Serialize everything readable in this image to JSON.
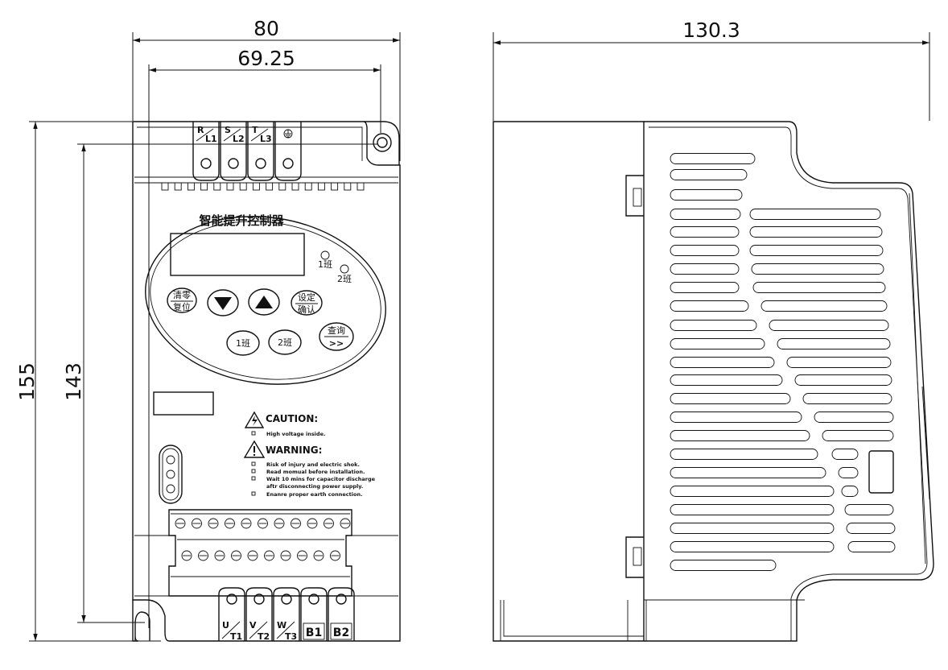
{
  "dimensions": {
    "front_width": "80",
    "front_hole_spacing": "69.25",
    "front_height": "155",
    "front_hole_height": "143",
    "side_depth": "130.3"
  },
  "panel": {
    "title": "智能提升控制器",
    "led1": "1班",
    "led2": "2班",
    "btn_clear_top": "清零",
    "btn_clear_bottom": "复位",
    "btn_set_top": "设定",
    "btn_set_bottom": "确认",
    "btn_shift1": "1班",
    "btn_shift2": "2班",
    "btn_query_top": "查询",
    "btn_query_bottom": ">>"
  },
  "terminals_top": {
    "r_top": "R",
    "r_bottom": "L1",
    "s_top": "S",
    "s_bottom": "L2",
    "t_top": "T",
    "t_bottom": "L3"
  },
  "terminals_bottom": {
    "u_top": "U",
    "u_bottom": "T1",
    "v_top": "V",
    "v_bottom": "T2",
    "w_top": "W",
    "w_bottom": "T3",
    "b1": "B1",
    "b2": "B2"
  },
  "warnings": {
    "caution_title": "CAUTION:",
    "caution_items": [
      "High voltage inside."
    ],
    "warning_title": "WARNING:",
    "warning_items": [
      "Risk of injury and electric shok.",
      "Read momual before installation.",
      "Wait 10 mins for capacitor discharge",
      "aftr disconnecting power supply.",
      "Enanre proper earth connection."
    ]
  }
}
